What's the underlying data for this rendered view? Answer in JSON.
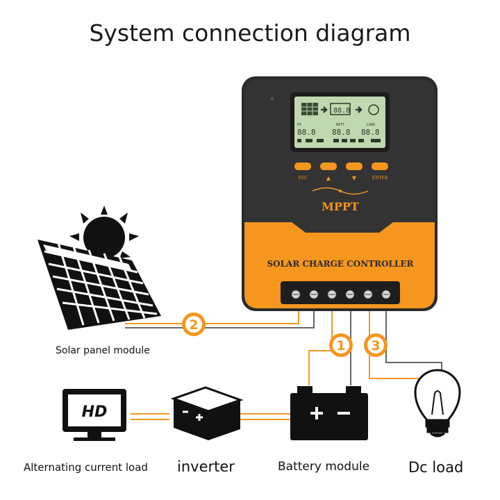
{
  "title": "System connection diagram",
  "controller": {
    "brand_text": "MPPT",
    "product_text": "SOLAR CHARGE CONTROLLER",
    "buttons": [
      {
        "label": "ESC"
      },
      {
        "label": "▲"
      },
      {
        "label": "▼"
      },
      {
        "label": "ENTER"
      }
    ],
    "lcd": {
      "pv_label": "PV",
      "batt_label": "BATT",
      "load_label": "LOAD",
      "digits": "88.8"
    }
  },
  "connections": [
    {
      "number": "1"
    },
    {
      "number": "2"
    },
    {
      "number": "3"
    }
  ],
  "labels": {
    "solar_panel": "Solar panel module",
    "ac_load": "Alternating current load",
    "inverter": "inverter",
    "battery": "Battery module",
    "dc_load": "Dc load"
  },
  "icon_text": {
    "monitor": "HD"
  },
  "colors": {
    "accent_orange": "#f5961e",
    "controller_body": "#2b2b2b",
    "lcd_green": "#bfd8b0"
  }
}
